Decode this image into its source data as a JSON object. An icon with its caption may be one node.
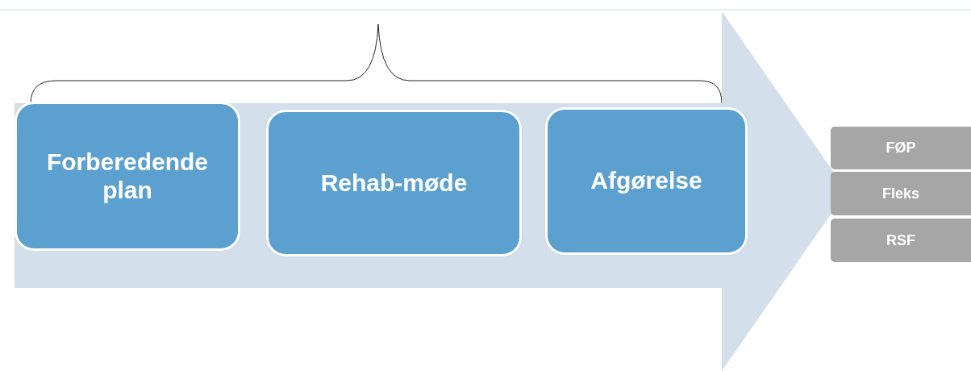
{
  "diagram": {
    "nodes": [
      {
        "text": [],
        "shape": "arrow"
      },
      {
        "text": [
          "Forberedende plan"
        ],
        "in": 0
      },
      {
        "text": [
          "Rehab-møde"
        ],
        "in": 0
      },
      {
        "text": [
          "Afgørelse"
        ],
        "in": 0
      },
      {
        "text": [
          "FØP"
        ]
      },
      {
        "text": [
          "Fleks"
        ]
      },
      {
        "text": [
          "RSF"
        ]
      }
    ],
    "edges": []
  }
}
